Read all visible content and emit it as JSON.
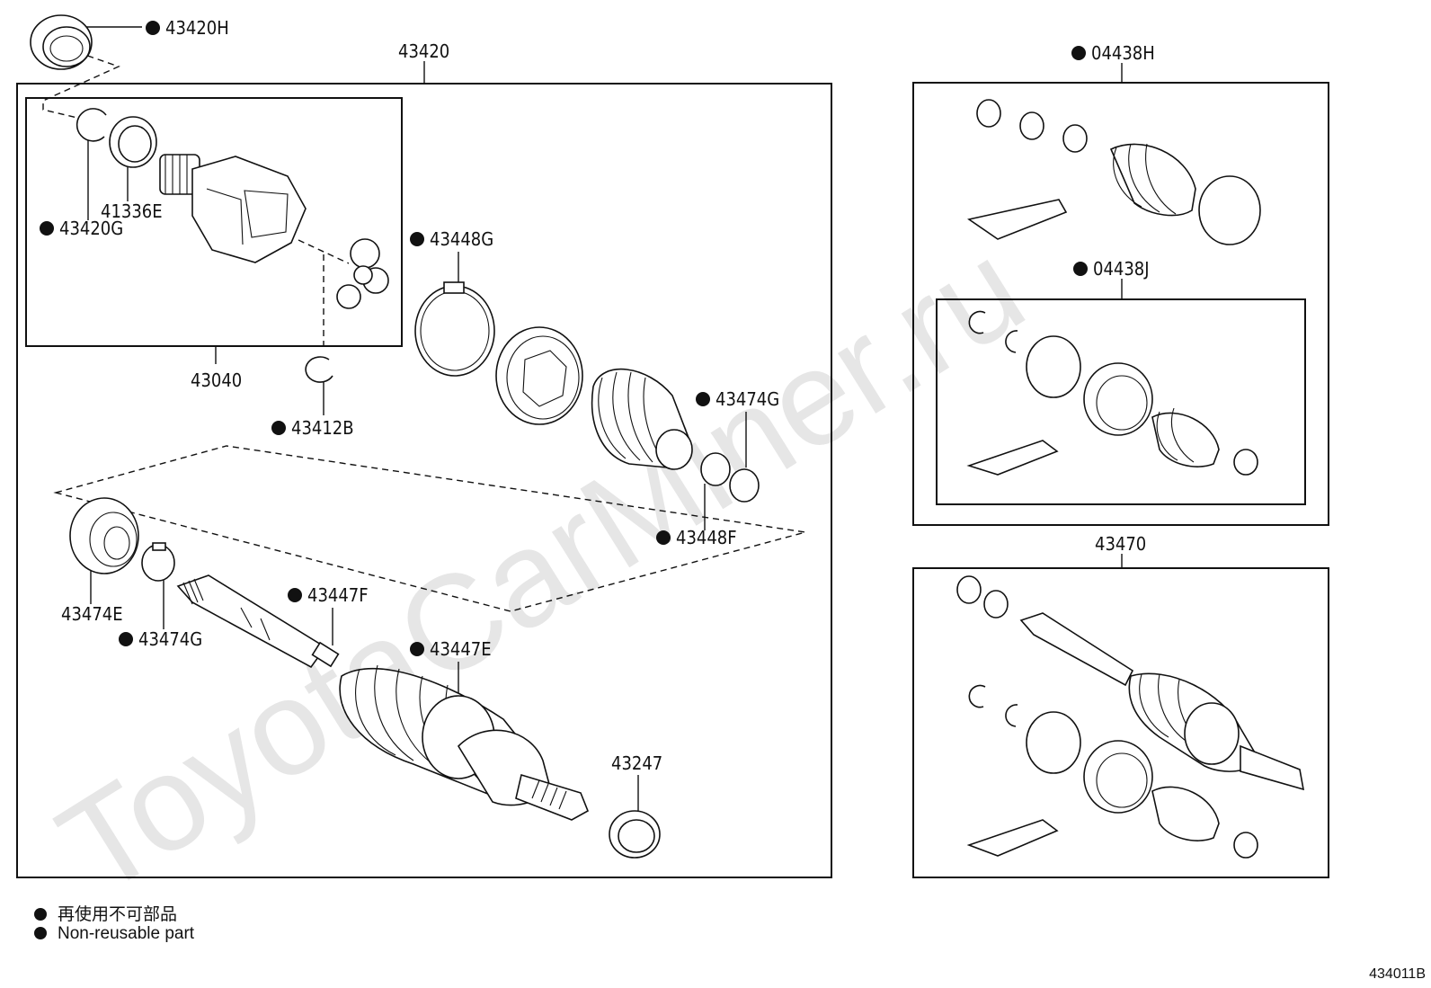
{
  "watermark": "ToyotaCarMiner.ru",
  "diagram_code": "434011B",
  "legend": {
    "jp": "再使用不可部品",
    "en": "Non-reusable part"
  },
  "labels": {
    "p43420H": "43420H",
    "p43420": "43420",
    "p41336E": "41336E",
    "p43420G": "43420G",
    "p43040": "43040",
    "p43412B": "43412B",
    "p43448G": "43448G",
    "p43474G_top": "43474G",
    "p43448F": "43448F",
    "p43474E": "43474E",
    "p43474G_bot": "43474G",
    "p43447F": "43447F",
    "p43447E": "43447E",
    "p43247": "43247",
    "p04438H": "04438H",
    "p04438J": "04438J",
    "p43470": "43470"
  },
  "non_reusable_marker": "filled-circle-icon"
}
